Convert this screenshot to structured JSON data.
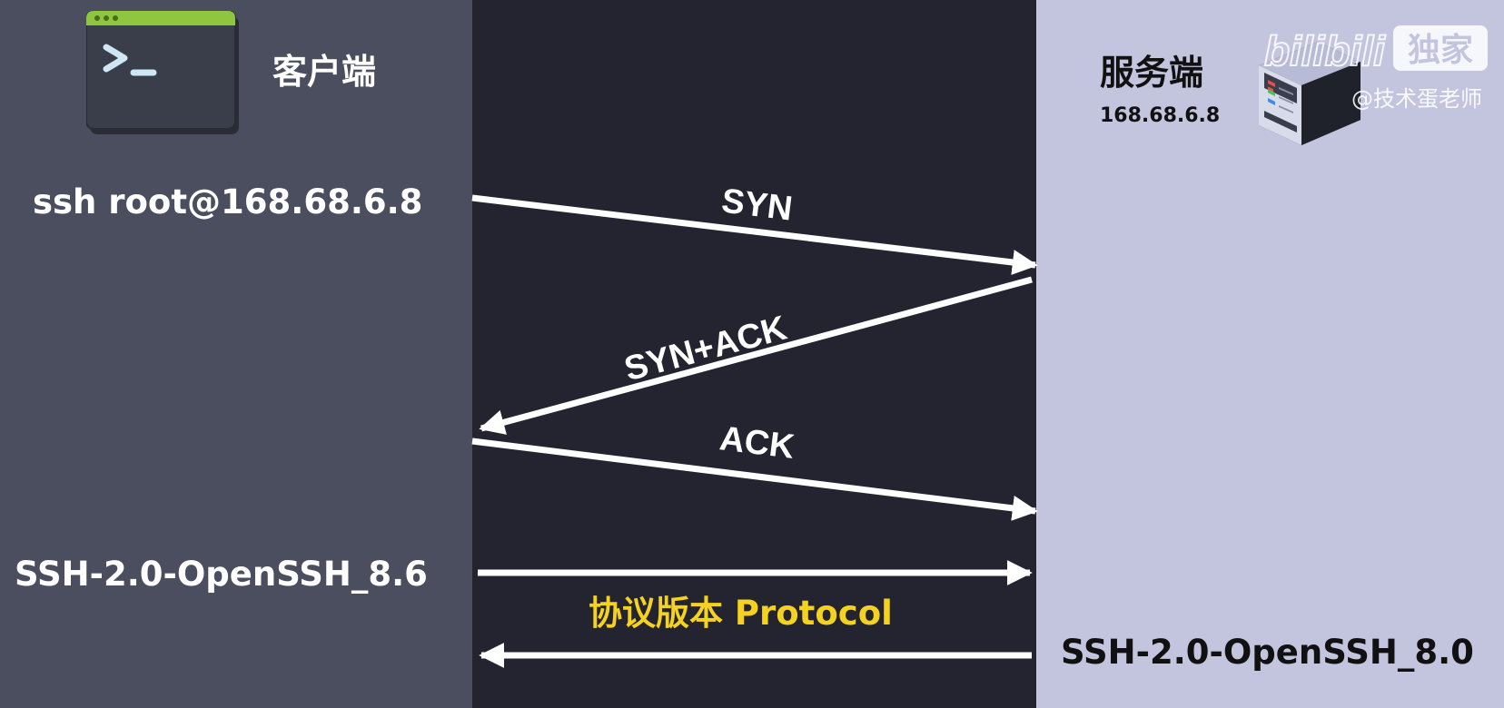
{
  "client": {
    "title": "客户端",
    "command": "ssh root@168.68.6.8",
    "ssh_version": "SSH-2.0-OpenSSH_8.6",
    "icon": "terminal-icon"
  },
  "server": {
    "title": "服务端",
    "ip": "168.68.6.8",
    "ssh_version": "SSH-2.0-OpenSSH_8.0",
    "icon": "server-rack-icon"
  },
  "messages": {
    "syn": "SYN",
    "syn_ack": "SYN+ACK",
    "ack": "ACK",
    "protocol_label": "协议版本 Protocol"
  },
  "watermark": {
    "brand": "bilibili",
    "badge": "独家",
    "handle": "@技术蛋老师"
  },
  "colors": {
    "client_panel": "#4a4e5f",
    "middle_panel": "#23242f",
    "server_panel": "#c3c5df",
    "arrow": "#ffffff",
    "highlight": "#f5d21f",
    "terminal_bar": "#8dc63f"
  }
}
